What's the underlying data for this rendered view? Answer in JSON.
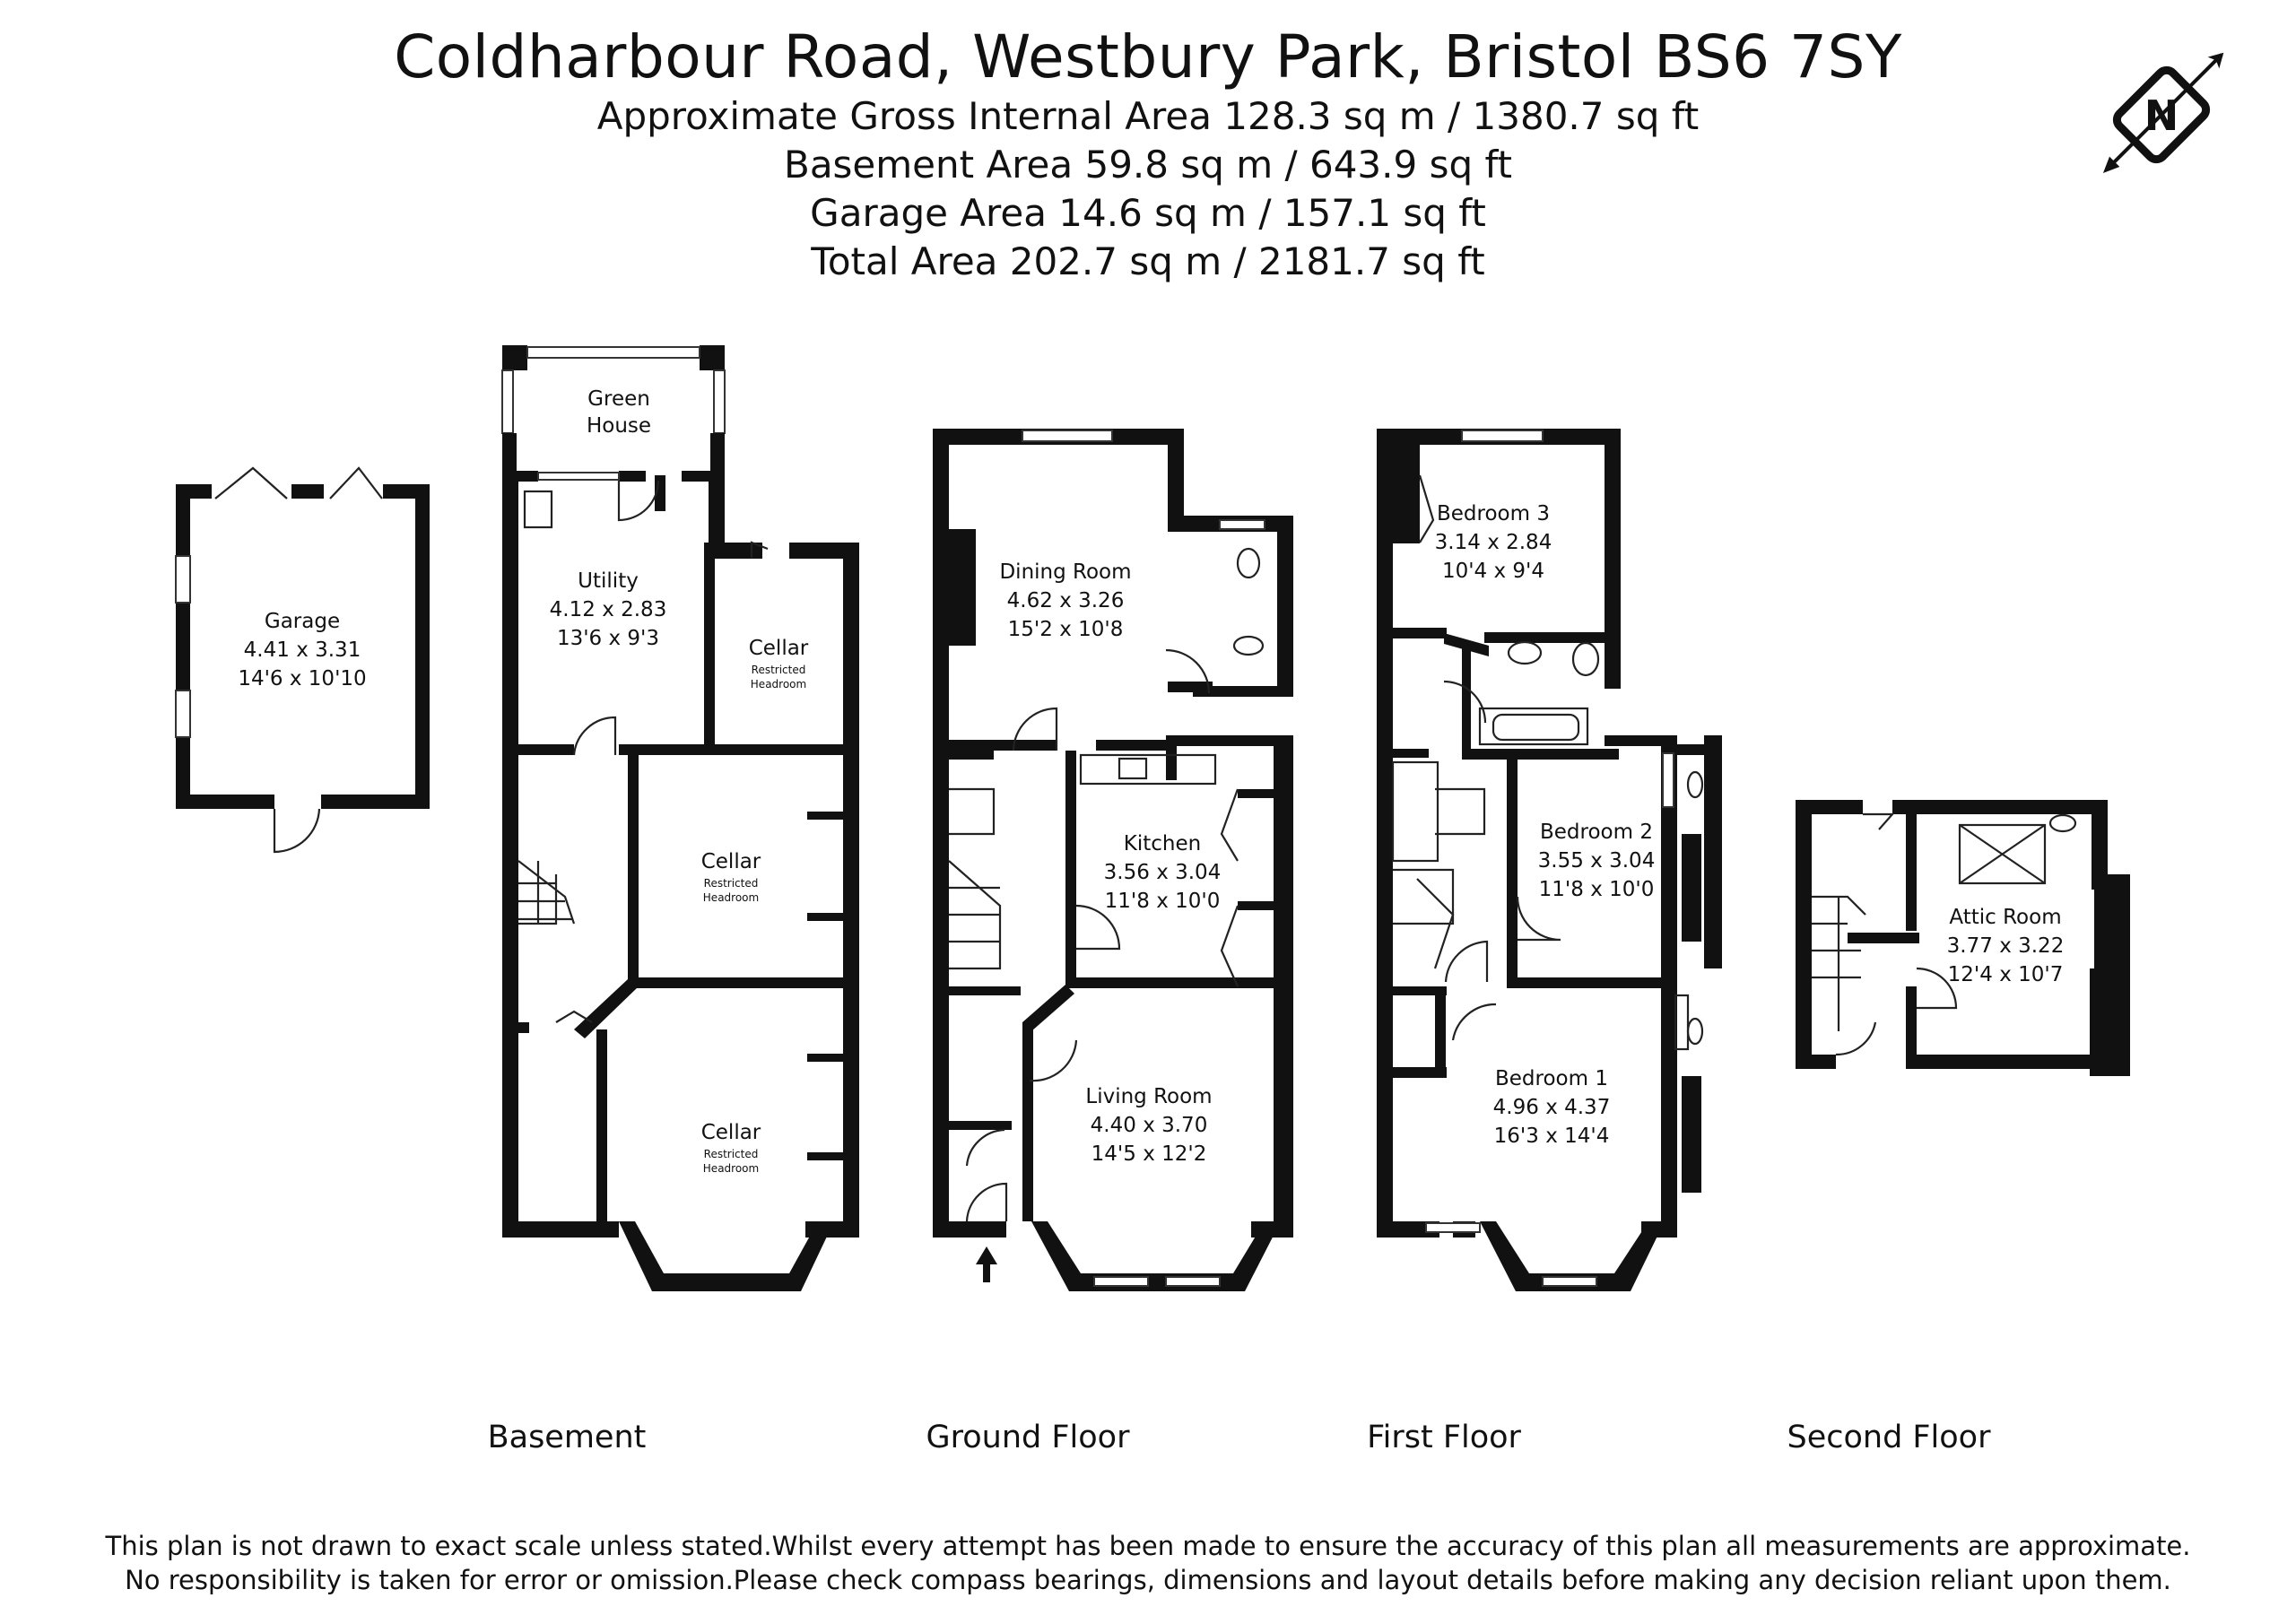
{
  "header": {
    "title": "Coldharbour Road, Westbury Park, Bristol BS6 7SY",
    "gross_area": "Approximate Gross Internal Area 128.3 sq m / 1380.7 sq ft",
    "basement_area": "Basement  Area 59.8 sq m / 643.9   sq ft",
    "garage_area": "Garage Area 14.6 sq m / 157.1  sq ft",
    "total_area": "Total Area 202.7 sq m / 2181.7 sq ft"
  },
  "compass": {
    "icon": "north-compass-icon",
    "letter": "N"
  },
  "rooms": {
    "garage": {
      "name": "Garage",
      "metric": "4.41 x 3.31",
      "imperial": "14'6 x 10'10"
    },
    "green_house": {
      "name_line1": "Green",
      "name_line2": "House"
    },
    "utility": {
      "name": "Utility",
      "metric": "4.12 x 2.83",
      "imperial": "13'6 x 9'3"
    },
    "cellar_small": {
      "name": "Cellar",
      "note_line1": "Restricted",
      "note_line2": "Headroom"
    },
    "cellar_middle": {
      "name": "Cellar",
      "note_line1": "Restricted",
      "note_line2": "Headroom"
    },
    "cellar_front": {
      "name": "Cellar",
      "note_line1": "Restricted",
      "note_line2": "Headroom"
    },
    "dining_room": {
      "name": "Dining Room",
      "metric": "4.62 x 3.26",
      "imperial": "15'2 x 10'8"
    },
    "kitchen": {
      "name": "Kitchen",
      "metric": "3.56 x 3.04",
      "imperial": "11'8 x 10'0"
    },
    "living_room": {
      "name": "Living Room",
      "metric": "4.40 x 3.70",
      "imperial": "14'5 x 12'2"
    },
    "bedroom_3": {
      "name": "Bedroom 3",
      "metric": "3.14 x 2.84",
      "imperial": "10'4 x 9'4"
    },
    "bedroom_2": {
      "name": "Bedroom 2",
      "metric": "3.55 x 3.04",
      "imperial": "11'8 x 10'0"
    },
    "bedroom_1": {
      "name": "Bedroom 1",
      "metric": "4.96 x 4.37",
      "imperial": "16'3 x 14'4"
    },
    "attic_room": {
      "name": "Attic Room",
      "metric": "3.77 x 3.22",
      "imperial": "12'4 x 10'7"
    }
  },
  "floors": {
    "basement": "Basement",
    "ground": "Ground Floor",
    "first": "First Floor",
    "second": "Second Floor"
  },
  "disclaimer": {
    "line1": "This plan is not drawn to exact scale unless stated.Whilst every attempt has been made to ensure the accuracy of this plan all measurements are approximate.",
    "line2": "No responsibility is taken for error or omission.Please check compass bearings, dimensions and layout details before making any decision reliant upon them."
  }
}
